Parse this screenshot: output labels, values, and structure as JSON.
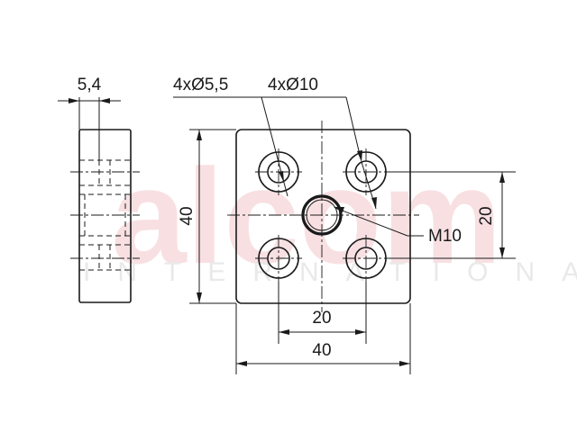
{
  "watermark": {
    "brand": "alcom",
    "subtitle": "INTERNATIONAL",
    "brand_color": "#f3c7cc"
  },
  "dimensions": {
    "side_thickness": "5,4",
    "small_holes": "4xØ5,5",
    "large_holes": "4xØ10",
    "center_thread": "M10",
    "height": "40",
    "hole_pitch_vertical": "20",
    "hole_pitch_horizontal": "20",
    "width": "40"
  },
  "colors": {
    "line": "#1a1a1a",
    "background": "#ffffff"
  }
}
